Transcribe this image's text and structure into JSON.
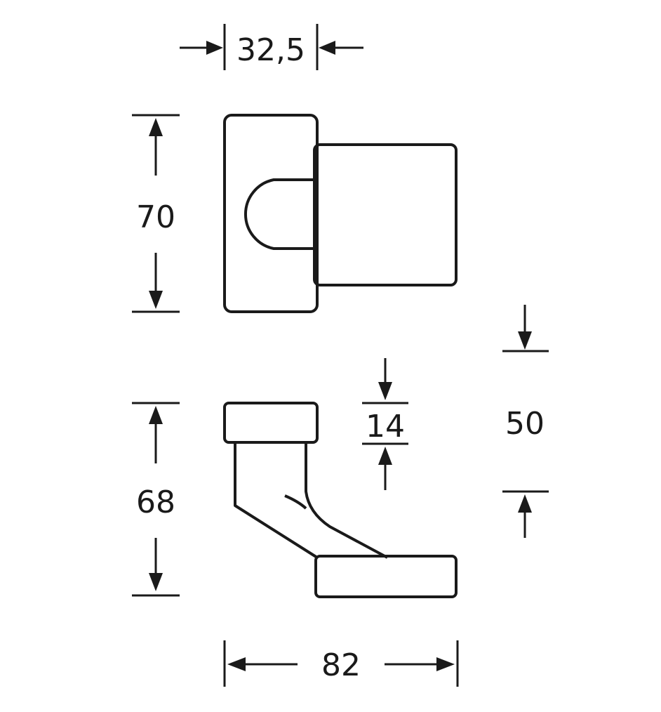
{
  "dimensions": {
    "depth_top": "32,5",
    "height_rosette_top": "70",
    "height_side": "68",
    "rosette_thickness": "14",
    "lever_offset": "50",
    "width_bottom": "82"
  }
}
